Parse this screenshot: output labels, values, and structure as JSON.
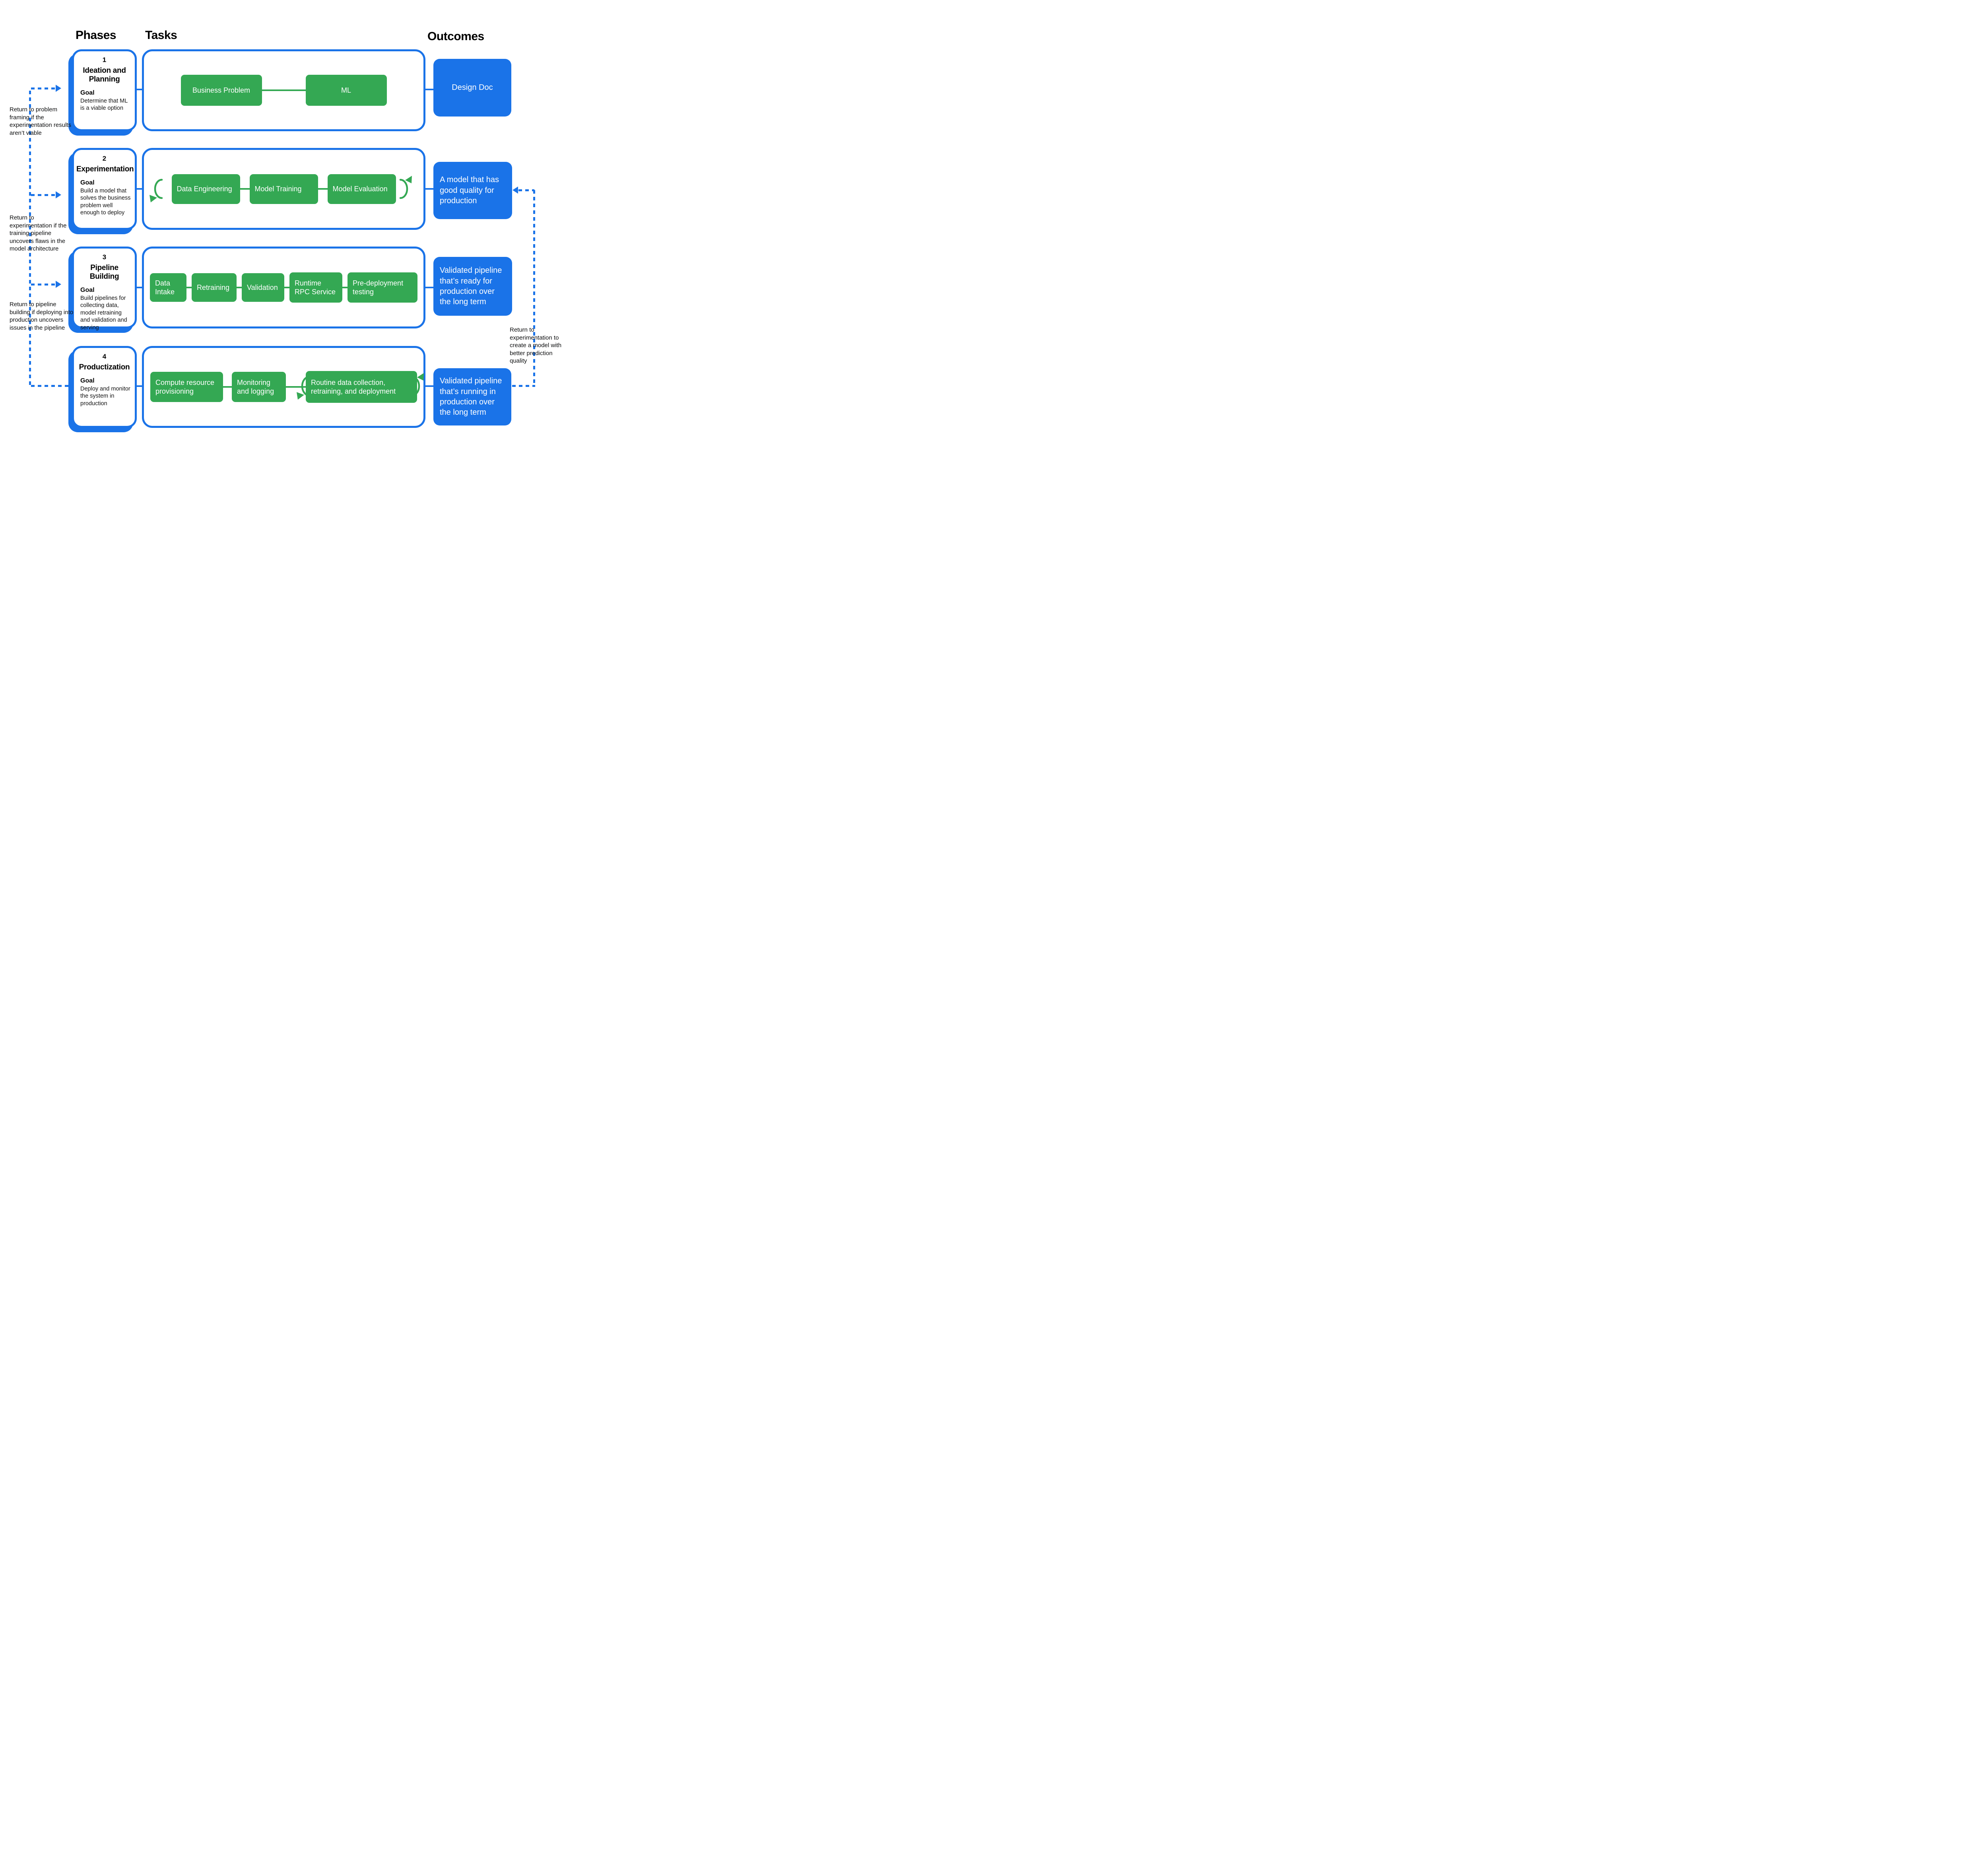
{
  "colors": {
    "task_green": "#34A853",
    "accent_blue": "#1A73E8",
    "text_black": "#000000",
    "box_text_white": "#FFFFFF"
  },
  "headers": {
    "phases": "Phases",
    "tasks": "Tasks",
    "outcomes": "Outcomes"
  },
  "phases": [
    {
      "number": "1",
      "title": "Ideation and Planning",
      "goal_label": "Goal",
      "goal": "Determine that ML is a viable option",
      "tasks": [
        "Business Problem",
        "ML"
      ],
      "outcome": "Design Doc"
    },
    {
      "number": "2",
      "title": "Experimentation",
      "goal_label": "Goal",
      "goal": "Build a model that solves the business problem well enough to deploy",
      "tasks": [
        "Data Engineering",
        "Model Training",
        "Model Evaluation"
      ],
      "outcome": "A model that has good quality for production"
    },
    {
      "number": "3",
      "title": "Pipeline Building",
      "goal_label": "Goal",
      "goal": "Build pipelines for collecting data, model retraining and validation and serving",
      "tasks": [
        "Data Intake",
        "Retraining",
        "Validation",
        "Runtime RPC Service",
        "Pre-deployment testing"
      ],
      "outcome": "Validated pipeline that’s ready for production over the long term"
    },
    {
      "number": "4",
      "title": "Productization",
      "goal_label": "Goal",
      "goal": "Deploy and monitor the system in production",
      "tasks": [
        "Compute resource provisioning",
        "Monitoring and logging",
        "Routine data collection, retraining, and deployment"
      ],
      "outcome": "Validated pipeline that’s running in production over the long term"
    }
  ],
  "annotations": {
    "left": [
      "Return to problem framing if the experimentation results aren’t viable",
      "Return to experimentation if the training pipeline uncovers flaws in the model architecture",
      "Return to pipeline building if deploying into production uncovers issues in the pipeline"
    ],
    "right": "Return to experimentation to create a model with better prediction quality"
  }
}
